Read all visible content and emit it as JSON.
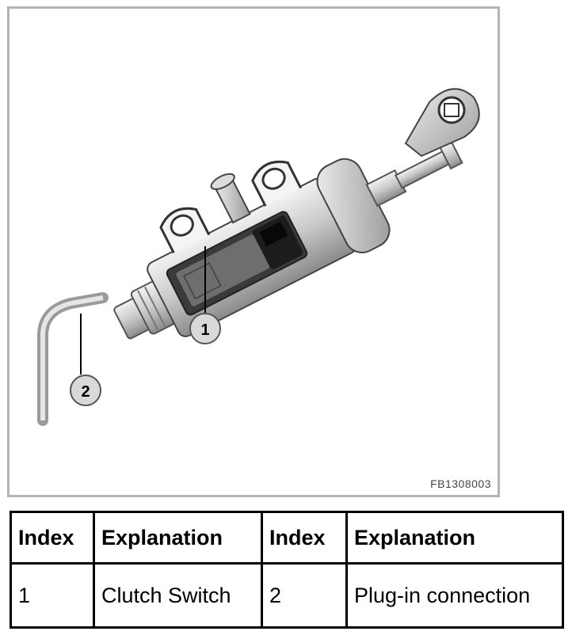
{
  "figure": {
    "code": "FB1308003",
    "callouts": [
      "1",
      "2"
    ]
  },
  "legend": {
    "headers": [
      "Index",
      "Explanation",
      "Index",
      "Explanation"
    ],
    "rows": [
      [
        "1",
        "Clutch Switch",
        "2",
        "Plug-in connection"
      ]
    ]
  },
  "colors": {
    "frame": "#b4b4b4",
    "border": "#000000"
  }
}
